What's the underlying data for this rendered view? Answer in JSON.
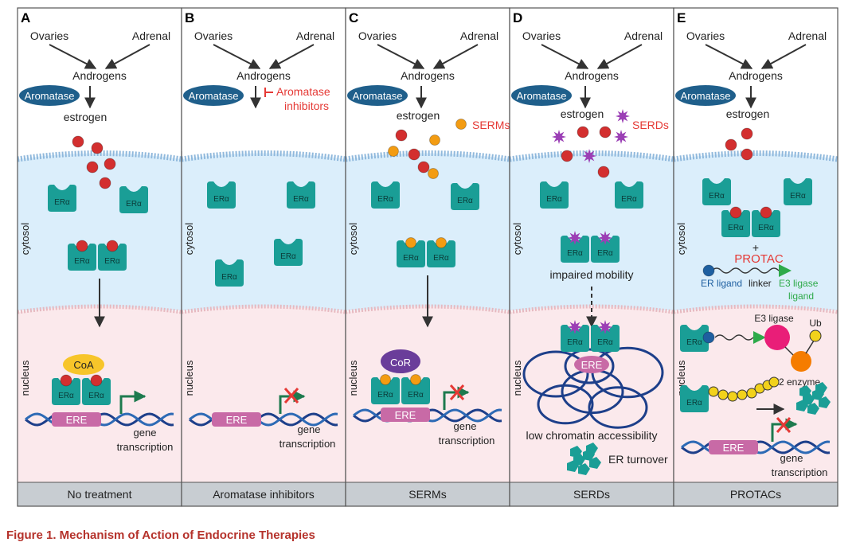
{
  "figure": {
    "caption": "Figure 1. Mechanism of Action of Endocrine Therapies",
    "common": {
      "ovaries": "Ovaries",
      "adrenal": "Adrenal",
      "androgens": "Androgens",
      "aromatase": "Aromatase",
      "estrogen": "estrogen",
      "cytosol": "cytosol",
      "nucleus": "nucleus",
      "era": "ERα",
      "ere": "ERE"
    },
    "panels": [
      {
        "letter": "A",
        "footer": "No treatment"
      },
      {
        "letter": "B",
        "footer": "Aromatase inhibitors"
      },
      {
        "letter": "C",
        "footer": "SERMs"
      },
      {
        "letter": "D",
        "footer": "SERDs"
      },
      {
        "letter": "E",
        "footer": "PROTACs"
      }
    ],
    "labels": {
      "coa": "CoA",
      "cor": "CoR",
      "gene": "gene",
      "transcription": "transcription",
      "ai_line1": "Aromatase",
      "ai_line2": "inhibitors",
      "serms": "SERMs",
      "serds": "SERDs",
      "impaired_mobility": "impaired  mobility",
      "low_chromatin": "low chromatin accessibility",
      "er_turnover": "ER turnover",
      "protac": "PROTAC",
      "plus": "+",
      "er_ligand": "ER ligand",
      "linker": "linker",
      "e3_ligase_ligand_1": "E3 ligase",
      "e3_ligase_ligand_2": "ligand",
      "e3_ligase": "E3 ligase",
      "ub": "Ub",
      "e2_enzyme": "E2 enzyme"
    },
    "colors": {
      "receptor": "#1a9e96",
      "aromatase": "#1f5f8b",
      "estrogen": "#d32f2f",
      "serm": "#f39c12",
      "serd": "#9b3fb5",
      "coa": "#f7c52a",
      "cor": "#6a3d9a",
      "ere": "#c86aa6",
      "inhibit": "#e53935",
      "arrow_green": "#1d7a4e",
      "cytosol": "#dbeefb",
      "nucleus": "#fbe9ec",
      "footer": "#c8cdd2",
      "dna": "#1d3f8a",
      "ub": "#f2d21b",
      "e3": "#e91e78",
      "e2": "#f57c00",
      "caption": "#b5322b"
    }
  }
}
